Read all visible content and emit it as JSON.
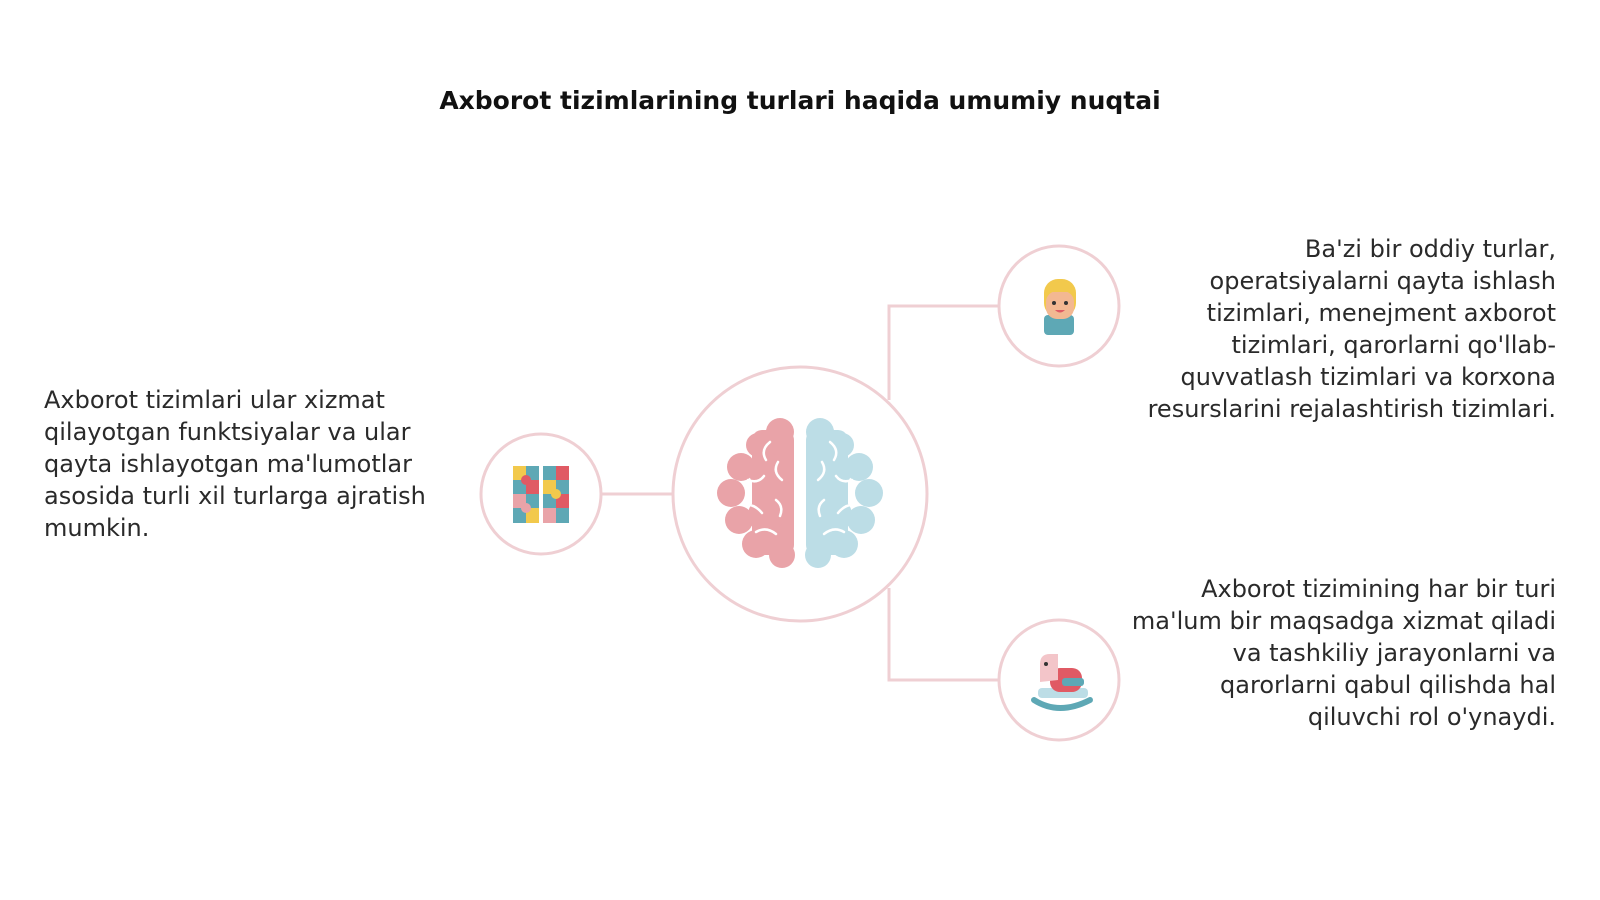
{
  "slide": {
    "title": "Axborot tizimlarining turlari haqida umumiy nuqtai"
  },
  "left_node": {
    "text": "Axborot tizimlari ular xizmat qilayotgan funktsiyalar va ular qayta ishlayotgan ma'lumotlar asosida turli xil turlarga ajratish mumkin.",
    "icon": "puzzle-blocks-icon"
  },
  "center_node": {
    "icon": "brain-icon"
  },
  "right_top_node": {
    "text": "Ba'zi bir oddiy turlar, operatsiyalarni qayta ishlash tizimlari, menejment axborot tizimlari, qarorlarni qo'llab-quvvatlash tizimlari va korxona resurslarini rejalashtirish tizimlari.",
    "icon": "child-face-icon"
  },
  "right_bottom_node": {
    "text": "Axborot tizimining har bir turi ma'lum bir maqsadga xizmat qiladi va tashkiliy jarayonlarni va qarorlarni qabul qilishda hal qiluvchi rol o'ynaydi.",
    "icon": "rocking-horse-icon"
  },
  "colors": {
    "ring": "#efcfd3",
    "connector": "#efcfd3",
    "brain_left": "#e9a3a8",
    "brain_right": "#bcdde6",
    "accent_red": "#e05a64",
    "accent_teal": "#5ea8b5",
    "accent_yellow": "#f2c94c"
  }
}
